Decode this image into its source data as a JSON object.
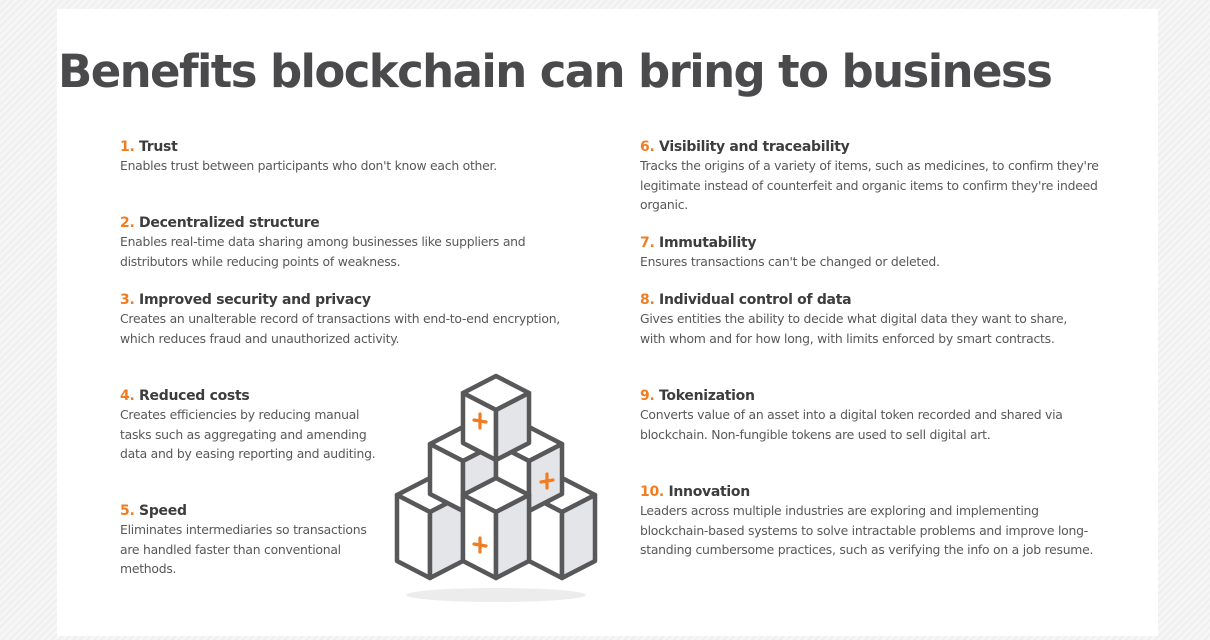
{
  "title": "Benefits blockchain can bring to business",
  "colors": {
    "accent": "#f07d22",
    "heading": "#3d3d3f",
    "body_text": "#58585a",
    "cube_stroke": "#58585a",
    "cube_shade": "#e4e5e8"
  },
  "benefits": [
    {
      "num": "1.",
      "title": "Trust",
      "desc": "Enables trust between participants who don't know each other."
    },
    {
      "num": "2.",
      "title": "Decentralized structure",
      "desc": "Enables real-time data sharing among businesses like suppliers and distributors while reducing points of weakness."
    },
    {
      "num": "3.",
      "title": "Improved security and privacy",
      "desc": "Creates an unalterable record of transactions with end-to-end encryption, which reduces fraud and unauthorized activity."
    },
    {
      "num": "4.",
      "title": "Reduced costs",
      "desc": "Creates efficiencies by reducing manual tasks such as aggregating and amending data and by easing reporting and auditing."
    },
    {
      "num": "5.",
      "title": "Speed",
      "desc": "Eliminates intermediaries so transactions are handled faster than conventional methods."
    },
    {
      "num": "6.",
      "title": "Visibility and traceability",
      "desc": "Tracks the origins of a variety of items, such as medicines, to confirm they're legitimate instead of counterfeit and organic items to confirm they're indeed organic."
    },
    {
      "num": "7.",
      "title": "Immutability",
      "desc": "Ensures transactions can't be changed or deleted."
    },
    {
      "num": "8.",
      "title": "Individual control of data",
      "desc": "Gives entities the ability to decide what digital data they want to share, with whom and for how long, with limits enforced by smart contracts."
    },
    {
      "num": "9.",
      "title": "Tokenization",
      "desc": "Converts value of an asset into a digital token recorded and shared via blockchain. Non-fungible tokens are used to sell digital art."
    },
    {
      "num": "10.",
      "title": "Innovation",
      "desc": "Leaders across multiple industries are exploring and implementing blockchain-based systems to solve intractable problems and improve long-standing cumbersome practices, such as verifying the info on a job resume."
    }
  ],
  "illustration": {
    "icon": "blockchain-cubes-pyramid-icon",
    "cube_count": 6,
    "marked_cubes": 3
  }
}
